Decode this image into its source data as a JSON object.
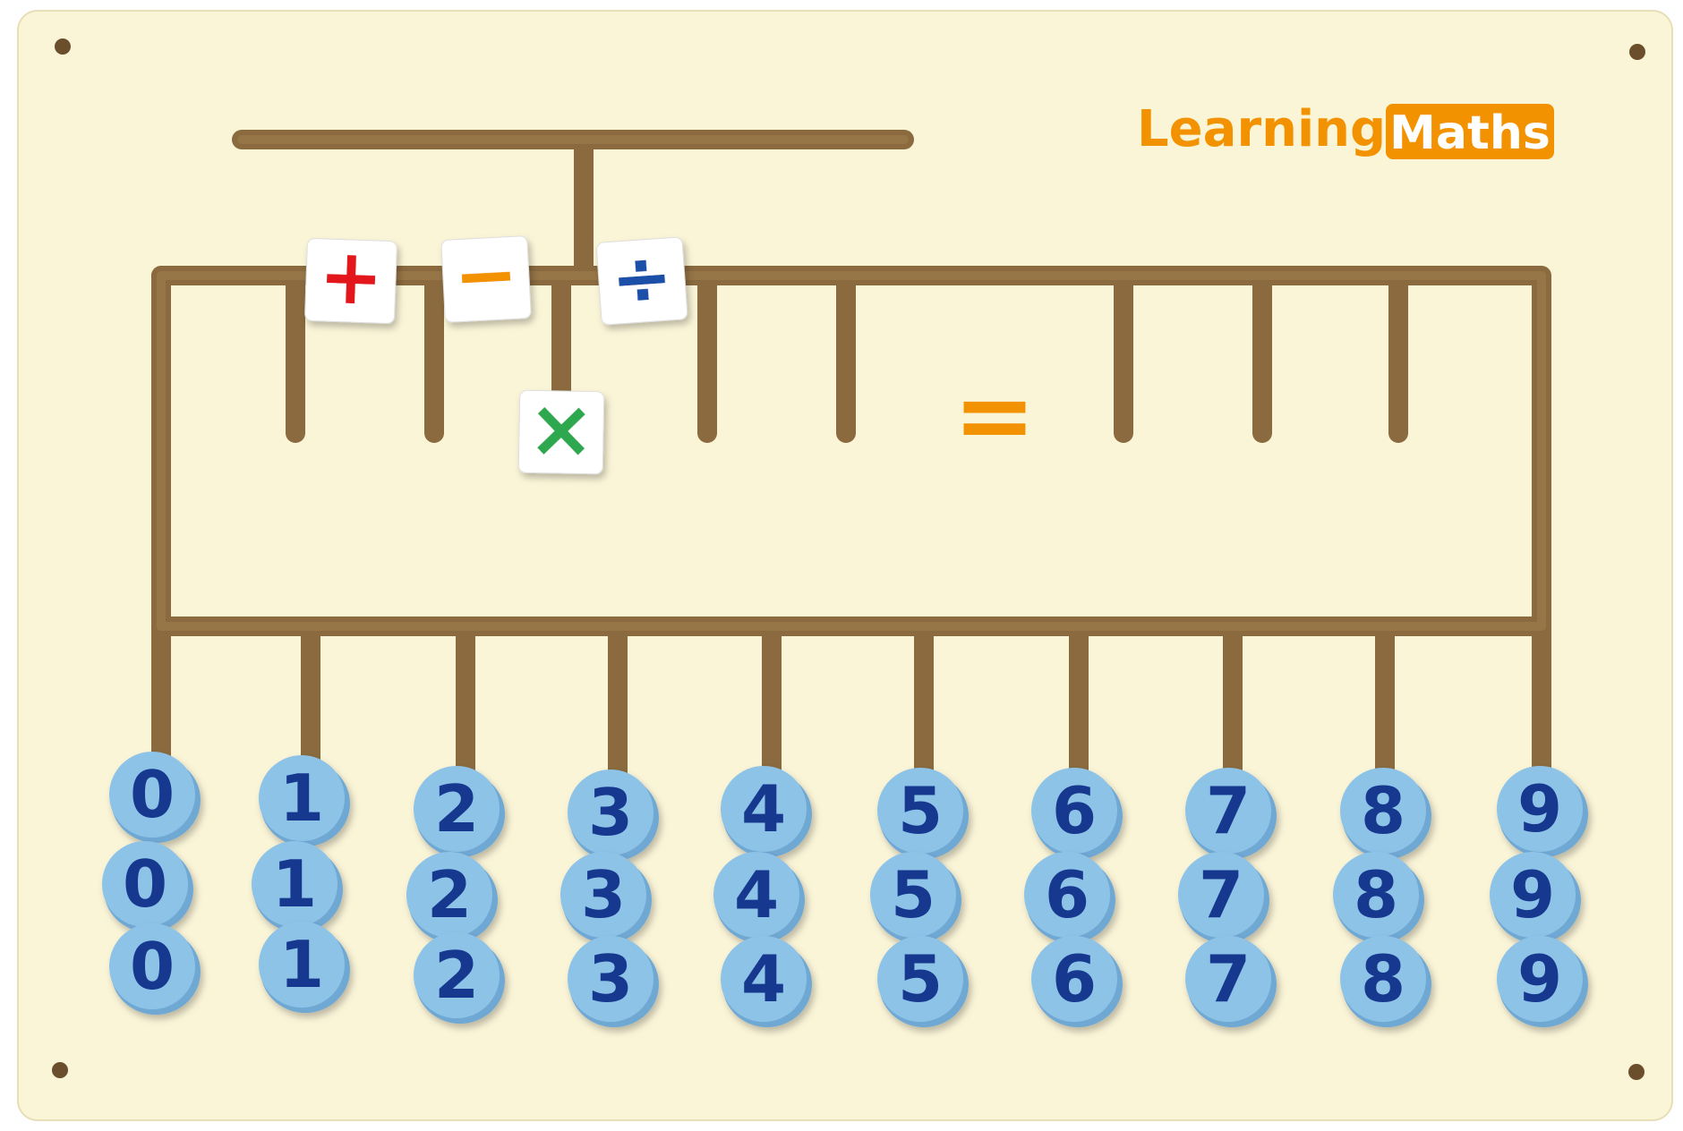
{
  "board": {
    "title_word": "Learning",
    "title_badge": "Maths",
    "brand_color": "#f39200",
    "board_color": "#fbf5d8",
    "slot_color": "#8a6a3e"
  },
  "operators": [
    {
      "name": "plus-tile",
      "symbol": "+",
      "color": "#e3141b"
    },
    {
      "name": "minus-tile",
      "symbol": "−",
      "color": "#f39200"
    },
    {
      "name": "divide-tile",
      "symbol": "÷",
      "color": "#1d4fa8"
    },
    {
      "name": "multiply-tile",
      "symbol": "×",
      "color": "#2fa84f"
    }
  ],
  "equals_sign": "=",
  "equals_color": "#f39200",
  "token_color": "#8ec3e8",
  "digit_color": "#16388f",
  "number_columns": [
    {
      "digit": "0",
      "tokens": [
        "0",
        "0",
        "0"
      ]
    },
    {
      "digit": "1",
      "tokens": [
        "1",
        "1",
        "1"
      ]
    },
    {
      "digit": "2",
      "tokens": [
        "2",
        "2",
        "2"
      ]
    },
    {
      "digit": "3",
      "tokens": [
        "3",
        "3",
        "3"
      ]
    },
    {
      "digit": "4",
      "tokens": [
        "4",
        "4",
        "4"
      ]
    },
    {
      "digit": "5",
      "tokens": [
        "5",
        "5",
        "5"
      ]
    },
    {
      "digit": "6",
      "tokens": [
        "6",
        "6",
        "6"
      ]
    },
    {
      "digit": "7",
      "tokens": [
        "7",
        "7",
        "7"
      ]
    },
    {
      "digit": "8",
      "tokens": [
        "8",
        "8",
        "8"
      ]
    },
    {
      "digit": "9",
      "tokens": [
        "9",
        "9",
        "9"
      ]
    }
  ]
}
